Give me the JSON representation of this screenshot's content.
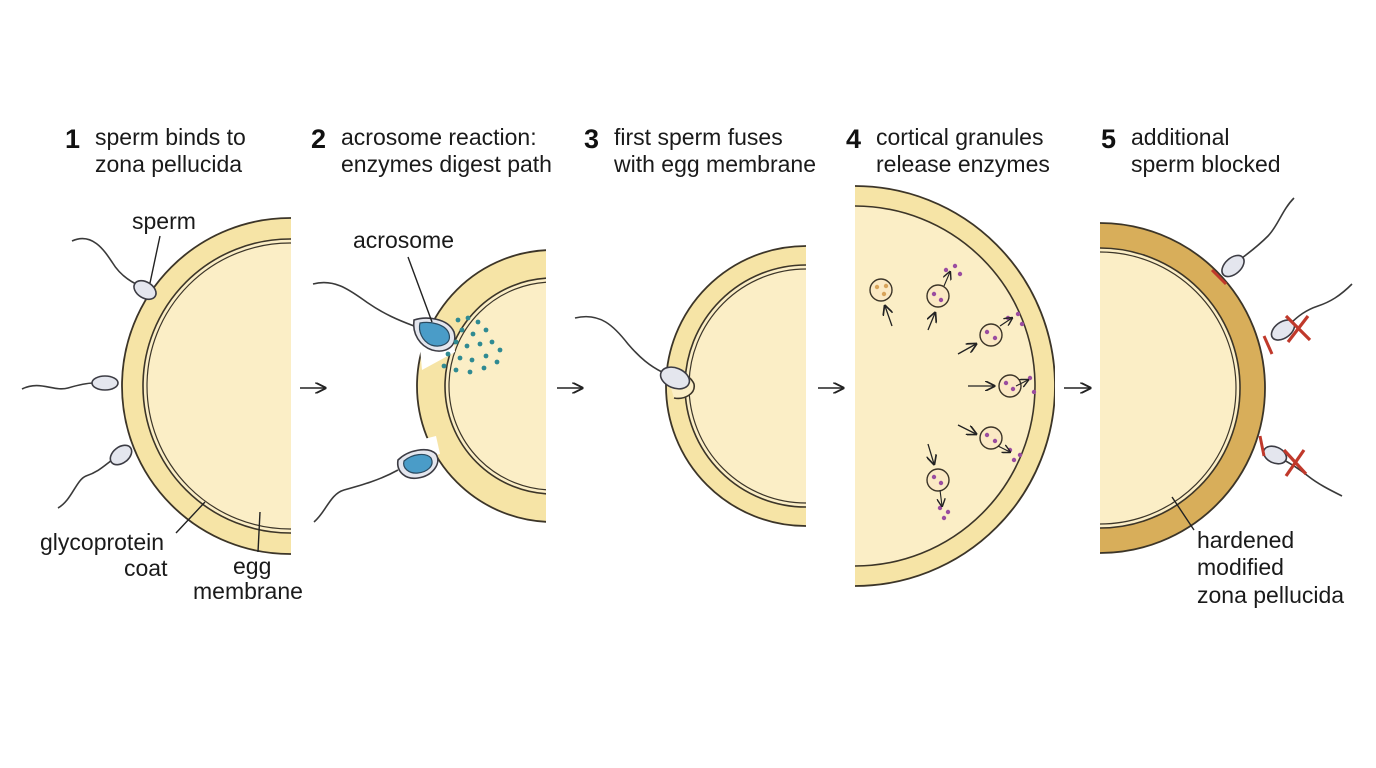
{
  "steps": [
    {
      "number": "1",
      "line1": "sperm binds to",
      "line2": "zona pellucida"
    },
    {
      "number": "2",
      "line1": "acrosome reaction:",
      "line2": "enzymes digest path"
    },
    {
      "number": "3",
      "line1": "first sperm fuses",
      "line2": "with egg membrane"
    },
    {
      "number": "4",
      "line1": "cortical granules",
      "line2": "release enzymes"
    },
    {
      "number": "5",
      "line1": "additional",
      "line2": "sperm blocked"
    }
  ],
  "labels": {
    "sperm": "sperm",
    "glycoprotein_line1": "glycoprotein",
    "glycoprotein_line2": "coat",
    "egg_membrane_line1": "egg",
    "egg_membrane_line2": "membrane",
    "acrosome": "acrosome",
    "hardened_line1": "hardened",
    "hardened_line2": "modified",
    "hardened_line3": "zona pellucida"
  },
  "colors": {
    "zona": "#f6e4a6",
    "cytoplasm": "#fbeec6",
    "outline": "#3c3528",
    "acrosome": "#4a9cc8",
    "enzyme_dots": "#2f8a92",
    "granules": "#9a4ca0",
    "hardened_zona": "#d8ae5a",
    "block_mark": "#c0392b"
  },
  "icons": [
    "step-arrow-icon",
    "block-x-icon"
  ]
}
